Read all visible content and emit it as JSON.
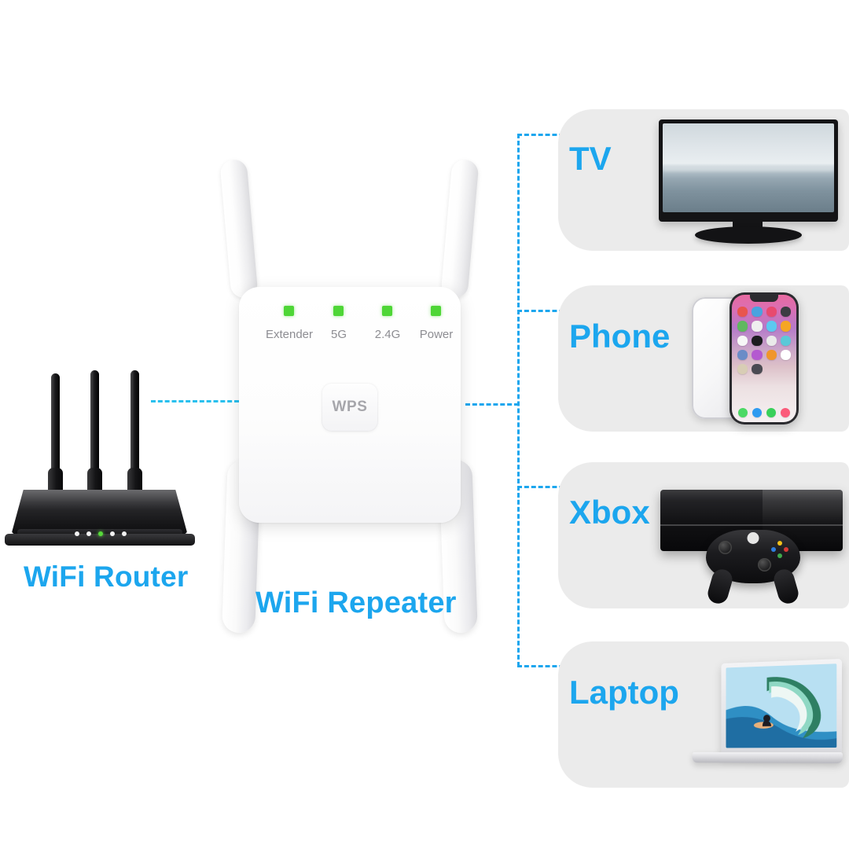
{
  "scene": {
    "background_color": "#ffffff",
    "accent_blue": "#1CA6EE",
    "link_cyan": "#29C0EE",
    "card_background": "#ebebeb",
    "led_green": "#4ed636"
  },
  "router": {
    "label": "WiFi Router",
    "antenna_count": 3,
    "status_leds": [
      "off",
      "off",
      "on",
      "off",
      "off"
    ]
  },
  "repeater": {
    "label": "WiFi Repeater",
    "wps_button_label": "WPS",
    "leds": [
      {
        "name": "Extender",
        "label": "Extender",
        "state": "on"
      },
      {
        "name": "5g",
        "label": "5G",
        "state": "on"
      },
      {
        "name": "2-4g",
        "label": "2.4G",
        "state": "on"
      },
      {
        "name": "power",
        "label": "Power",
        "state": "on"
      }
    ]
  },
  "devices": [
    {
      "id": "tv",
      "label": "TV"
    },
    {
      "id": "phone",
      "label": "Phone"
    },
    {
      "id": "xbox",
      "label": "Xbox"
    },
    {
      "id": "laptop",
      "label": "Laptop"
    }
  ],
  "phone_screen": {
    "app_colors": [
      "#e8554e",
      "#4aa3df",
      "#e84a6f",
      "#3c3c42",
      "#5fb85f",
      "#efefef",
      "#5cc8f0",
      "#f5a623",
      "#f7f7f7",
      "#1c1c20",
      "#eaeaea",
      "#5bc8d8",
      "#6a8cc7",
      "#b45ad0",
      "#f0962a",
      "#ffffff",
      "#d8cdb5",
      "#4a4a52"
    ],
    "dock_colors": [
      "#4cd964",
      "#2f9bf0",
      "#39d05a",
      "#fb5b7a"
    ]
  }
}
